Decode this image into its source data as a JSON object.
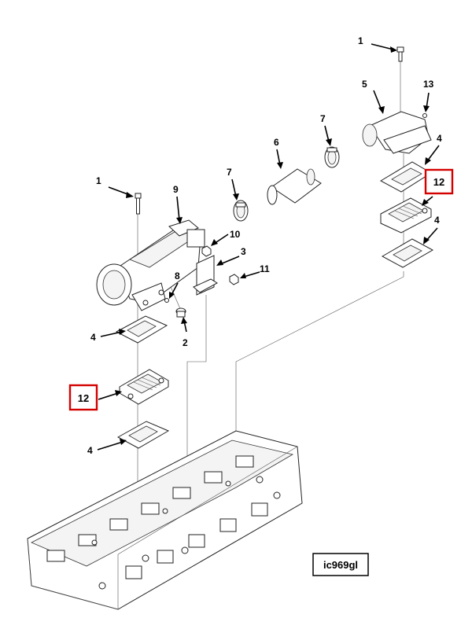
{
  "figure_id": "ic969gl",
  "callouts": {
    "bolt_top": "1",
    "bolt_left": "1",
    "plug": "2",
    "bracket": "3",
    "gasket_r1": "4",
    "gasket_r2": "4",
    "gasket_l1": "4",
    "gasket_l2": "4",
    "elbow": "5",
    "tube": "6",
    "clamp_right": "7",
    "clamp_left": "7",
    "washer": "8",
    "manifold": "9",
    "nut_small": "10",
    "nut_bracket": "11",
    "heater_right": "12",
    "heater_left": "12",
    "fitting": "13"
  },
  "colors": {
    "highlight": "#d40000",
    "ink": "#000000"
  }
}
